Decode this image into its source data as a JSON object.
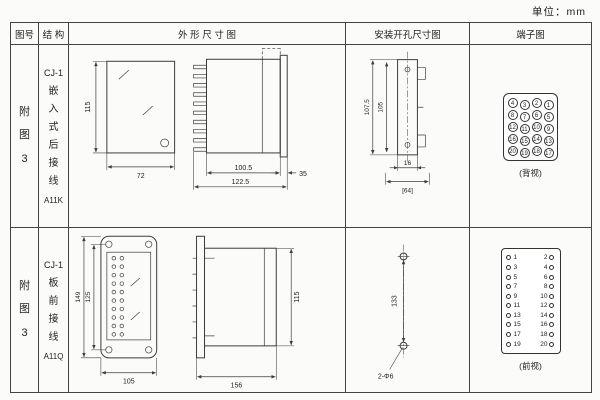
{
  "unit_label": "单位：mm",
  "headers": {
    "fig_no": "图号",
    "structure": "结 构",
    "outline": "外 形 尺 寸 图",
    "mounting": "安装开孔尺寸图",
    "terminal": "端子图"
  },
  "rows": [
    {
      "fig_no": "附图3",
      "model": "CJ-1",
      "mount_chars": "嵌入式后接线",
      "code": "A11K",
      "outline": {
        "d1": "115",
        "d2": "72",
        "d3": "100.5",
        "d4": "122.5",
        "d5": "35"
      },
      "mounting": {
        "d1": "107.5",
        "d2": "105",
        "d3": "16",
        "d4": "[64]"
      },
      "terminal": {
        "view": "(背视)",
        "numbers": [
          "4",
          "3",
          "2",
          "1",
          "8",
          "7",
          "6",
          "5",
          "12",
          "11",
          "10",
          "9",
          "16",
          "15",
          "14",
          "13",
          "20",
          "19",
          "18",
          "17"
        ]
      }
    },
    {
      "fig_no": "附图3",
      "model": "CJ-1",
      "mount_chars": "板前接线",
      "code": "A11Q",
      "outline": {
        "d1": "149",
        "d2": "125",
        "d3": "105",
        "d4": "156",
        "d5": "115"
      },
      "mounting": {
        "d1": "133",
        "d2": "2-Φ6"
      },
      "terminal": {
        "view": "(前视)",
        "pairs": [
          {
            "o": "1",
            "e": "2"
          },
          {
            "o": "3",
            "e": "4"
          },
          {
            "o": "5",
            "e": "6"
          },
          {
            "o": "7",
            "e": "8"
          },
          {
            "o": "9",
            "e": "10"
          },
          {
            "o": "11",
            "e": "12"
          },
          {
            "o": "13",
            "e": "14"
          },
          {
            "o": "15",
            "e": "16"
          },
          {
            "o": "17",
            "e": "18"
          },
          {
            "o": "19",
            "e": "20"
          }
        ]
      }
    }
  ]
}
